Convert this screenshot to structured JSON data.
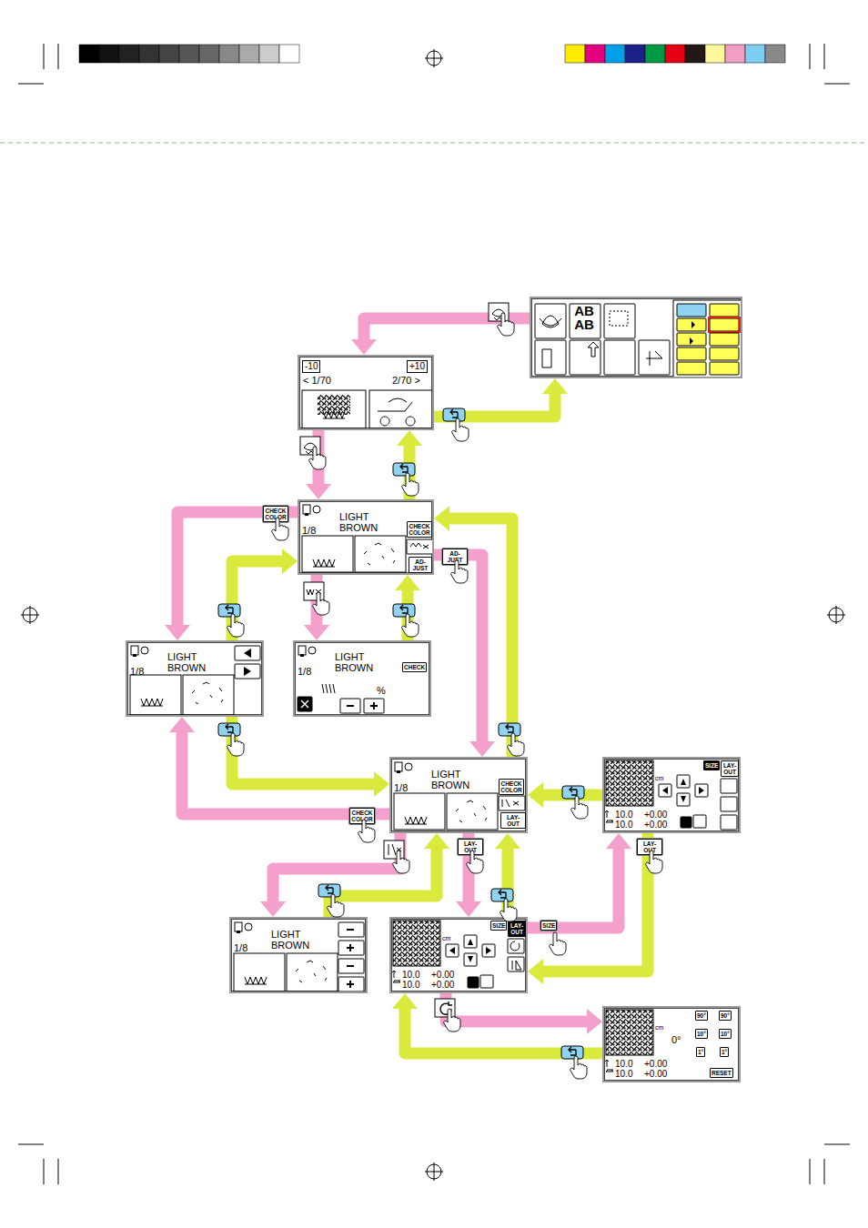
{
  "diagram": {
    "nodes": [
      {
        "text": [
          "AB AB"
        ]
      },
      {
        "text": [
          "-10",
          "+10",
          "< 1/70",
          "2/70 >"
        ]
      },
      {
        "text": [
          "1/8",
          "LIGHT BROWN",
          "CHECK COLOR",
          "AD-JUST"
        ]
      },
      {
        "text": [
          "1/8",
          "LIGHT BROWN"
        ]
      },
      {
        "text": [
          "1/8",
          "LIGHT BROWN",
          "CHECK",
          "%"
        ]
      },
      {
        "text": [
          "1/8",
          "LIGHT BROWN",
          "CHECK COLOR",
          "LAY-OUT"
        ]
      },
      {
        "text": [
          "cm",
          "SIZE",
          "LAY-OUT",
          "10.0",
          "+0.00",
          "10.0",
          "+0.00"
        ]
      },
      {
        "text": [
          "1/8",
          "LIGHT BROWN"
        ]
      },
      {
        "text": [
          "cm",
          "SIZE",
          "LAY-OUT",
          "10.0",
          "+0.00",
          "10.0",
          "+0.00"
        ]
      },
      {
        "text": [
          "cm",
          "0°",
          "90°",
          "90°",
          "10°",
          "10°",
          "1°",
          "1°",
          "10.0",
          "+0.00",
          "10.0",
          "+0.00",
          "RESET"
        ]
      }
    ],
    "edges": [
      {
        "from": 0,
        "to": 1,
        "arrow": "to"
      },
      {
        "from": 1,
        "to": 0,
        "arrow": "to"
      },
      {
        "from": 1,
        "to": 2,
        "arrow": "to"
      },
      {
        "from": 2,
        "to": 1,
        "arrow": "to"
      },
      {
        "from": 2,
        "to": 3,
        "arrow": "to",
        "label": "CHECK COLOR"
      },
      {
        "from": 3,
        "to": 2,
        "arrow": "to"
      },
      {
        "from": 3,
        "to": 5,
        "arrow": "to"
      },
      {
        "from": 2,
        "to": 4,
        "arrow": "to"
      },
      {
        "from": 4,
        "to": 2,
        "arrow": "to"
      },
      {
        "from": 2,
        "to": 5,
        "arrow": "to",
        "label": "AD-JUST"
      },
      {
        "from": 5,
        "to": 2,
        "arrow": "to"
      },
      {
        "from": 5,
        "to": 3,
        "arrow": "to",
        "label": "CHECK COLOR"
      },
      {
        "from": 5,
        "to": 7,
        "arrow": "to"
      },
      {
        "from": 7,
        "to": 5,
        "arrow": "to"
      },
      {
        "from": 5,
        "to": 8,
        "arrow": "to",
        "label": "LAY-OUT"
      },
      {
        "from": 8,
        "to": 5,
        "arrow": "to"
      },
      {
        "from": 8,
        "to": 6,
        "arrow": "to",
        "label": "SIZE"
      },
      {
        "from": 6,
        "to": 8,
        "arrow": "to",
        "label": "LAY-OUT"
      },
      {
        "from": 6,
        "to": 5,
        "arrow": "to"
      },
      {
        "from": 8,
        "to": 9,
        "arrow": "to"
      },
      {
        "from": 9,
        "to": 8,
        "arrow": "to"
      }
    ]
  }
}
